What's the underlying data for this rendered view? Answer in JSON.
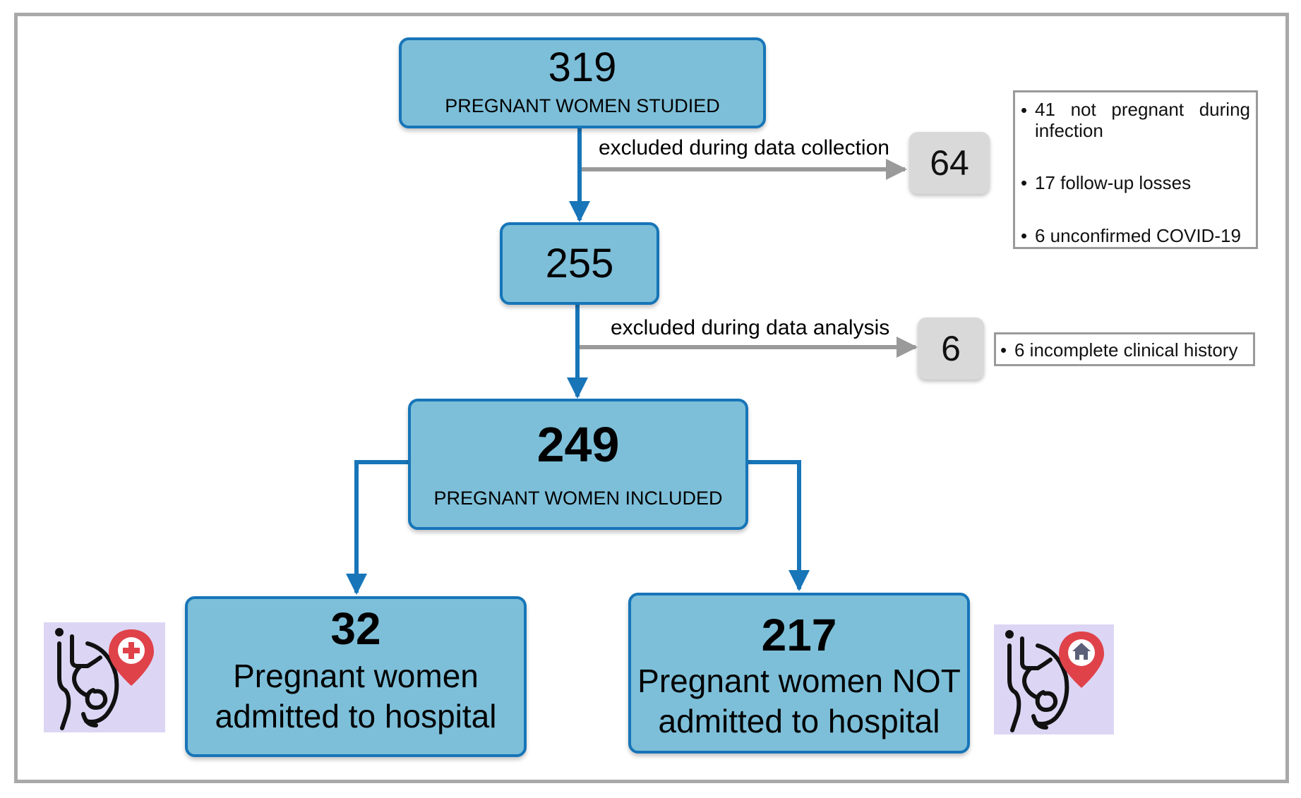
{
  "top_box": {
    "value": "319",
    "caption": "PREGNANT WOMEN STUDIED"
  },
  "mid_box": {
    "value": "255"
  },
  "included_box": {
    "value": "249",
    "caption": "PREGNANT WOMEN INCLUDED"
  },
  "exclusion_collection": {
    "label": "excluded during data collection",
    "count": "64",
    "reasons": [
      "41 not pregnant during infection",
      "17 follow-up losses",
      "6 unconfirmed COVID-19"
    ]
  },
  "exclusion_analysis": {
    "label": "excluded during data analysis",
    "count": "6",
    "reasons": [
      "6 incomplete clinical history"
    ]
  },
  "hospital_box": {
    "value": "32",
    "caption_line1": "Pregnant women",
    "caption_line2": "admitted to hospital"
  },
  "not_hospital_box": {
    "value": "217",
    "caption_line1": "Pregnant women NOT",
    "caption_line2": "admitted to hospital"
  },
  "icons": {
    "left": "pregnant-woman-hospital-pin-icon",
    "right": "pregnant-woman-home-pin-icon"
  },
  "colors": {
    "box_fill": "#7dbfd9",
    "box_border": "#1775b8",
    "arrow_main": "#1775b8",
    "arrow_exclusion": "#9a9a9a",
    "exclusion_box": "#d9d9d9",
    "icon_background": "#dcd6f4",
    "pin_red": "#e0424a"
  }
}
